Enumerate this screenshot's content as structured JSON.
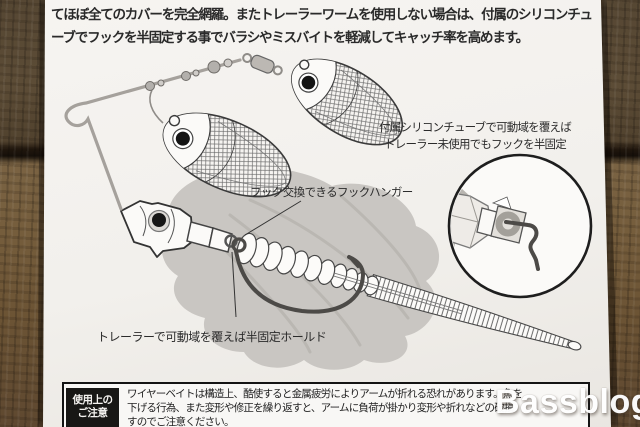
{
  "intro": {
    "line1": "てほぼ全てのカバーを完全網羅。またトレーラーワームを使用しない場合は、付属のシリコンチュ",
    "line2": "ーブでフックを半固定する事でバラシやミスバイトを軽減してキャッチ率を高めます。"
  },
  "annotations": {
    "silicone_tube_line1": "付属シリコンチューブで可動域を覆えば",
    "silicone_tube_line2": "トレーラー未使用でもフックを半固定",
    "hook_hanger": "フック交換できるフックハンガー",
    "trailer_hold": "トレーラーで可動域を覆えば半固定ホールド"
  },
  "caution": {
    "label_line1": "使用上の",
    "label_line2": "ご注意",
    "body_line1": "ワイヤーベイトは構造上、酷使すると金属疲労によりアームが折れる恐れがあります。魚を",
    "body_line2": "下げる行為、また変形や修正を繰り返すと、アームに負荷が掛かり変形や折れなどの破損",
    "body_line3": "すのでご注意ください。"
  },
  "watermark": {
    "text": "Bassblog"
  },
  "colors": {
    "paper": "#f3f1ed",
    "wood_upper_plank": "#57462f",
    "wood_lower_plank": "#6e5737",
    "line_art": "#3a3a3a",
    "wire_gray": "#a5a19c",
    "skirt_gray": "#c9c6c2",
    "caution_label_bg": "#181715",
    "watermark_text": "#ffffff"
  }
}
